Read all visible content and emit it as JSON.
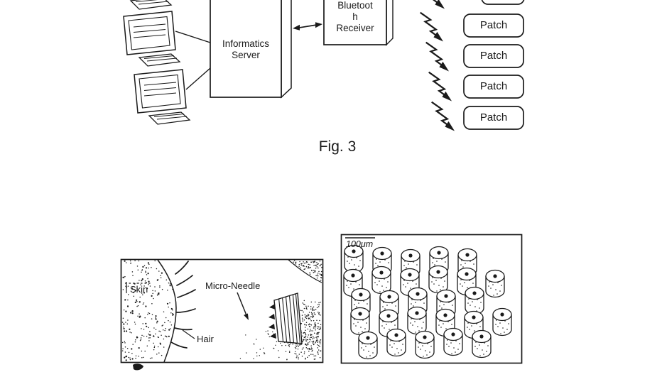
{
  "colors": {
    "ink": "#1a1a1a",
    "paper": "#ffffff"
  },
  "fig3": {
    "caption": "Fig. 3",
    "server_label": "Informatics Server",
    "receiver_label": "Bluetooth Receiver",
    "patches": [
      {
        "label": "Patch"
      },
      {
        "label": "Patch"
      },
      {
        "label": "Patch"
      },
      {
        "label": "Patch"
      }
    ],
    "icons": {
      "workstation": "crt-monitor-with-keyboard",
      "wireless_link": "lightning-bolt",
      "server_link": "double-headed-arrow"
    }
  },
  "fig4": {
    "skin_label": "Skin",
    "microneedle_label": "Micro-Needle",
    "hair_label": "Hair",
    "scale_label": "100μm"
  }
}
